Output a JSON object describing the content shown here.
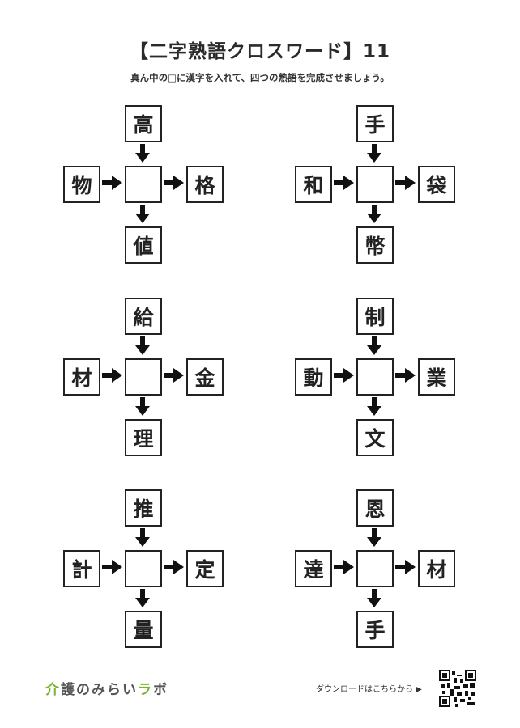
{
  "title": "【二字熟語クロスワード】11",
  "instruction": "真ん中の□に漢字を入れて、四つの熟語を完成させましょう。",
  "puzzles": [
    {
      "top": "高",
      "left": "物",
      "center": "",
      "right": "格",
      "bottom": "値"
    },
    {
      "top": "手",
      "left": "和",
      "center": "",
      "right": "袋",
      "bottom": "幣"
    },
    {
      "top": "給",
      "left": "材",
      "center": "",
      "right": "金",
      "bottom": "理"
    },
    {
      "top": "制",
      "left": "動",
      "center": "",
      "right": "業",
      "bottom": "文"
    },
    {
      "top": "推",
      "left": "計",
      "center": "",
      "right": "定",
      "bottom": "量"
    },
    {
      "top": "恩",
      "left": "達",
      "center": "",
      "right": "材",
      "bottom": "手"
    }
  ],
  "footer": {
    "logo": "介護のみらいラボ",
    "download_label": "ダウンロードはこちらから ▶"
  }
}
